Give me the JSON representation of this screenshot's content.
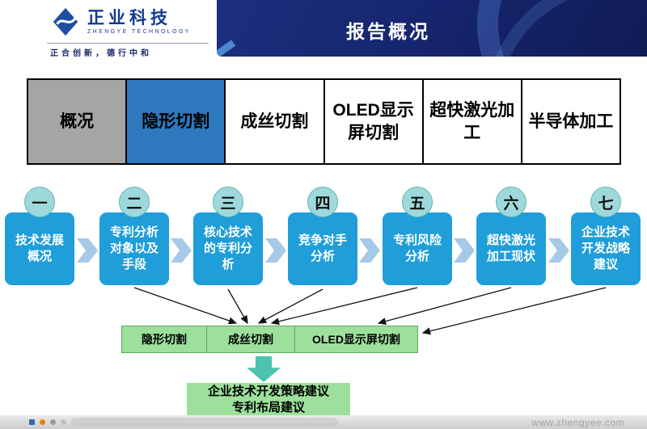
{
  "header": {
    "logo": {
      "name": "正业科技",
      "name_en": "ZHENGYE TECHNOLOGY",
      "tagline": "正合创新，德行中和"
    },
    "banner_title": "报告概况"
  },
  "tabs": [
    {
      "label": "概况",
      "state": "inactive-gray"
    },
    {
      "label": "隐形切割",
      "state": "active"
    },
    {
      "label": "成丝切割",
      "state": "inactive"
    },
    {
      "label": "OLED显示屏切割",
      "state": "inactive"
    },
    {
      "label": "超快激光加工",
      "state": "inactive"
    },
    {
      "label": "半导体加工",
      "state": "inactive"
    }
  ],
  "steps": [
    {
      "num": "一",
      "label": "技术发展概况"
    },
    {
      "num": "二",
      "label": "专利分析对象以及手段"
    },
    {
      "num": "三",
      "label": "核心技术的专利分析"
    },
    {
      "num": "四",
      "label": "竞争对手分析"
    },
    {
      "num": "五",
      "label": "专利风险分析"
    },
    {
      "num": "六",
      "label": "超快激光加工现状"
    },
    {
      "num": "七",
      "label": "企业技术开发战略建议"
    }
  ],
  "categories": [
    {
      "label": "隐形切割"
    },
    {
      "label": "成丝切割"
    },
    {
      "label": "OLED显示屏切割"
    }
  ],
  "conclusion": {
    "line1": "企业技术开发策略建议",
    "line2": "专利布局建议"
  },
  "footer": {
    "url": "www.zhengyee.com"
  },
  "colors": {
    "banner_navy": "#15246b",
    "tab_active_blue": "#2e79be",
    "tab_gray": "#a5a5a5",
    "step_circle_teal": "#9fd8da",
    "step_box_blue": "#1f9ed9",
    "chevron_blue": "#a7c9e8",
    "category_green": "#9ce09c",
    "down_arrow_teal": "#4cc3ae"
  }
}
